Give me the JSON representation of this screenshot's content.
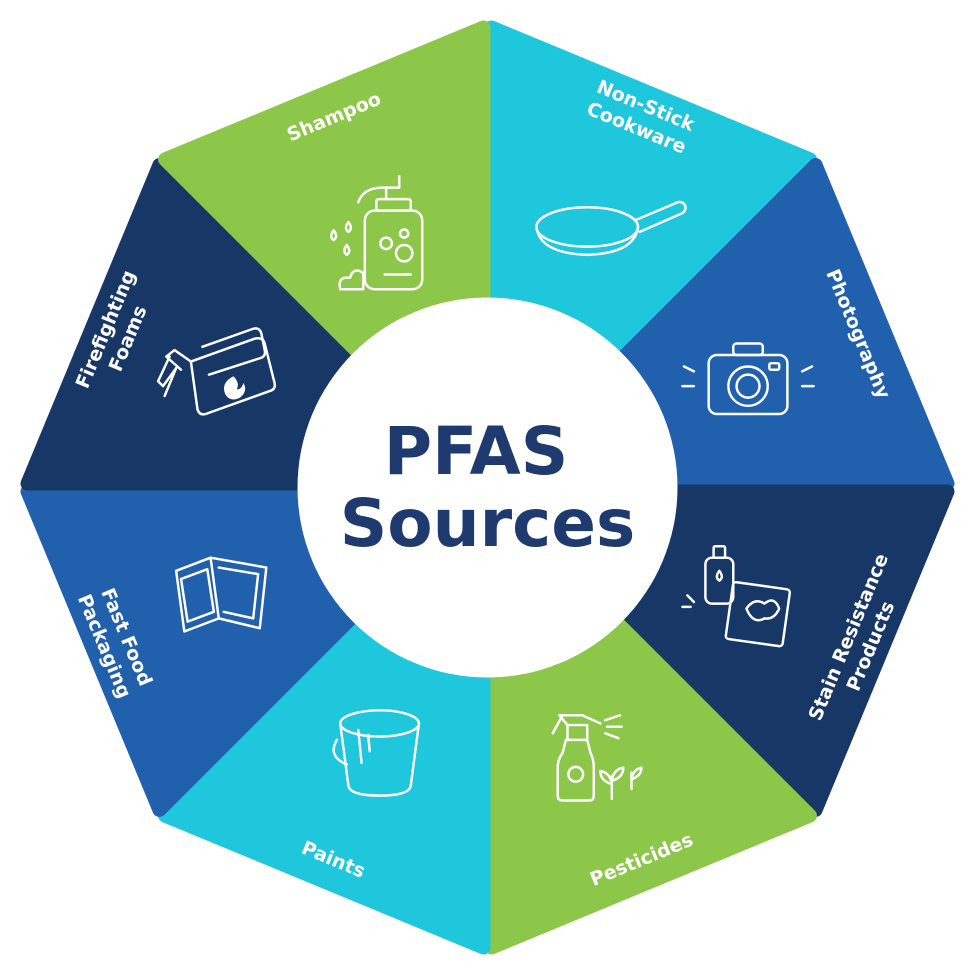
{
  "diagram": {
    "center": {
      "line1": "PFAS",
      "line2": "Sources"
    },
    "segments": [
      {
        "id": "nonstick",
        "lines": [
          "Non-Stick",
          "Cookware"
        ],
        "icon": "frying-pan-icon",
        "color": "#1fc7dc"
      },
      {
        "id": "photography",
        "lines": [
          "Photography"
        ],
        "icon": "camera-icon",
        "color": "#2160ad"
      },
      {
        "id": "stain",
        "lines": [
          "Stain Resistance",
          "Products"
        ],
        "icon": "stain-spray-icon",
        "color": "#173767"
      },
      {
        "id": "pesticides",
        "lines": [
          "Pesticides"
        ],
        "icon": "spray-bottle-icon",
        "color": "#8dc74a"
      },
      {
        "id": "paints",
        "lines": [
          "Paints"
        ],
        "icon": "paint-bucket-icon",
        "color": "#1fc7dc"
      },
      {
        "id": "fastfood",
        "lines": [
          "Fast Food",
          "Packaging"
        ],
        "icon": "food-container-icon",
        "color": "#2160ad"
      },
      {
        "id": "firefighting",
        "lines": [
          "Firefighting",
          "Foams"
        ],
        "icon": "fire-extinguisher-icon",
        "color": "#173767"
      },
      {
        "id": "shampoo",
        "lines": [
          "Shampoo"
        ],
        "icon": "shampoo-bottle-icon",
        "color": "#8dc74a"
      }
    ]
  }
}
